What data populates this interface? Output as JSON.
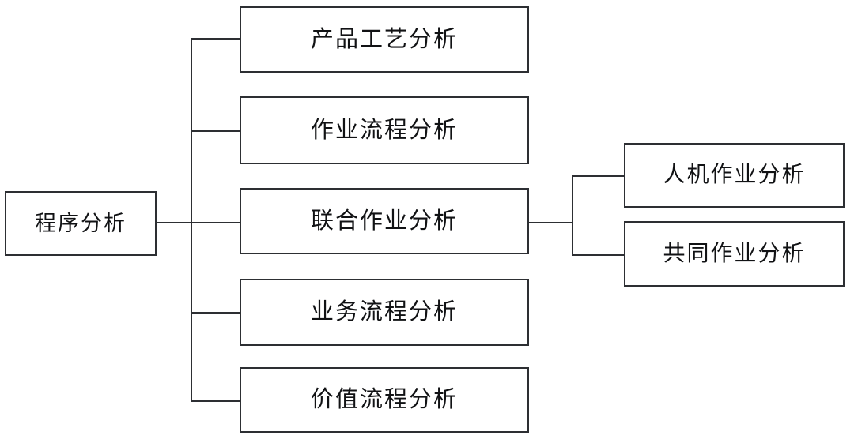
{
  "diagram": {
    "title": "程序分析",
    "root": {
      "label": "程序分析"
    },
    "branches": [
      {
        "label": "产品工艺分析"
      },
      {
        "label": "作业流程分析"
      },
      {
        "label": "联合作业分析"
      },
      {
        "label": "业务流程分析"
      },
      {
        "label": "价值流程分析"
      }
    ],
    "sub_branches": [
      {
        "label": "人机作业分析"
      },
      {
        "label": "共同作业分析"
      }
    ],
    "colors": {
      "background": "#ffffff",
      "box_fill": "#ffffff",
      "border": "#2d2f33",
      "text": "#111214",
      "connector": "#2d2f33"
    }
  }
}
